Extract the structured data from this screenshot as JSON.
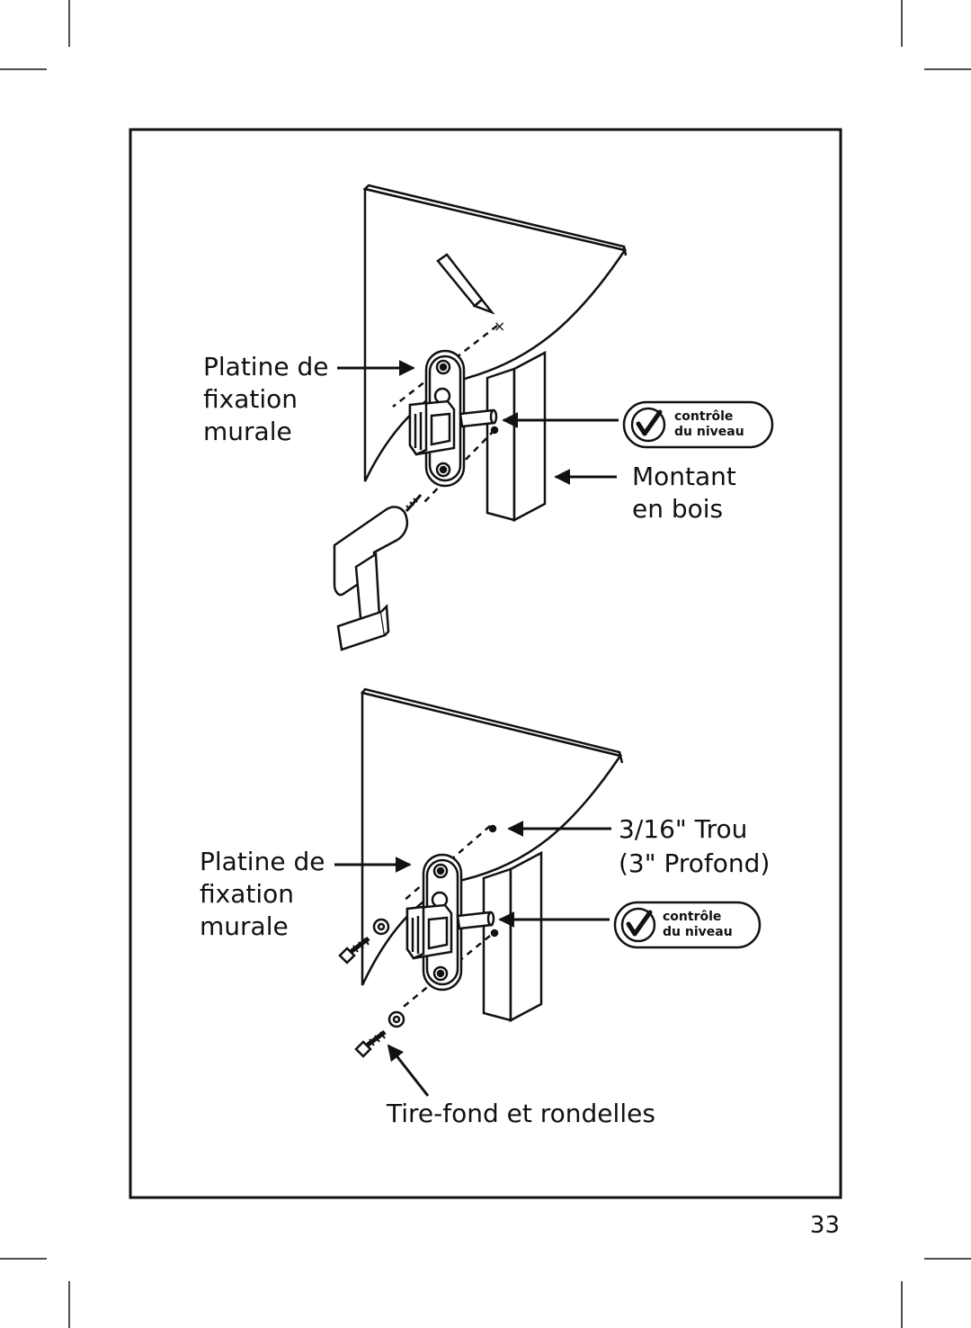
{
  "labels": {
    "top_mount": [
      "Platine de",
      "fixation",
      "murale"
    ],
    "top_stud": [
      "Montant",
      "en bois"
    ],
    "bottom_mount": [
      "Platine de",
      "fixation",
      "murale"
    ],
    "hole": [
      "3/16\" Trou",
      "(3\" Profond)"
    ],
    "lag_bolts": "Tire-fond et rondelles"
  },
  "badges": [
    {
      "line1": "contrôle",
      "line2": "du niveau",
      "icon": "checkmark-icon"
    },
    {
      "line1": "contrôle",
      "line2": "du niveau",
      "icon": "checkmark-icon"
    }
  ],
  "page_number": "33",
  "colors": {
    "ink": "#111111",
    "paper": "#ffffff"
  }
}
